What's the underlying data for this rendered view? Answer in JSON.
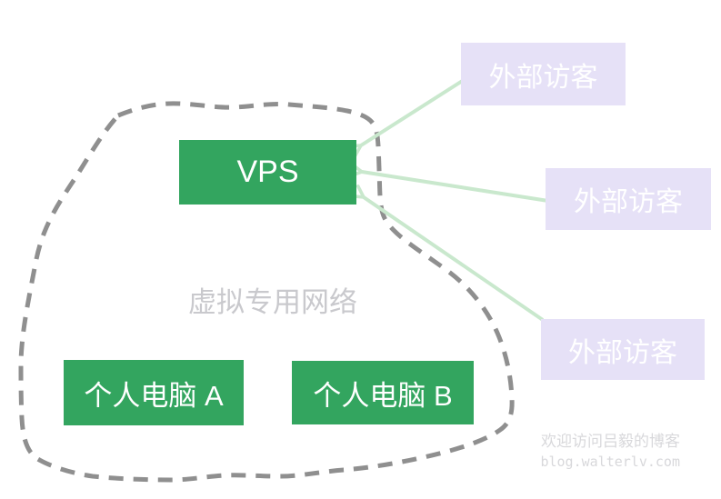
{
  "diagram": {
    "network_label": "虚拟专用网络",
    "nodes": {
      "vps": {
        "label": "VPS"
      },
      "pc_a": {
        "label": "个人电脑 A"
      },
      "pc_b": {
        "label": "个人电脑 B"
      }
    },
    "external_visitors": [
      {
        "label": "外部访客"
      },
      {
        "label": "外部访客"
      },
      {
        "label": "外部访客"
      }
    ],
    "arrows": [
      {
        "from": "external-visitor-1",
        "to": "vps"
      },
      {
        "from": "external-visitor-2",
        "to": "vps"
      },
      {
        "from": "external-visitor-3",
        "to": "vps"
      }
    ],
    "colors": {
      "node_green": "#33a55f",
      "visitor_lavender": "#e6e1f7",
      "arrow_green": "#c9e8cd",
      "boundary_gray": "#8f8f8f",
      "network_label_gray": "#c9c9cd",
      "watermark_gray": "#d8d8db",
      "node_text": "#ffffff"
    }
  },
  "watermark": {
    "line1": "欢迎访问吕毅的博客",
    "line2": "blog.walterlv.com"
  }
}
